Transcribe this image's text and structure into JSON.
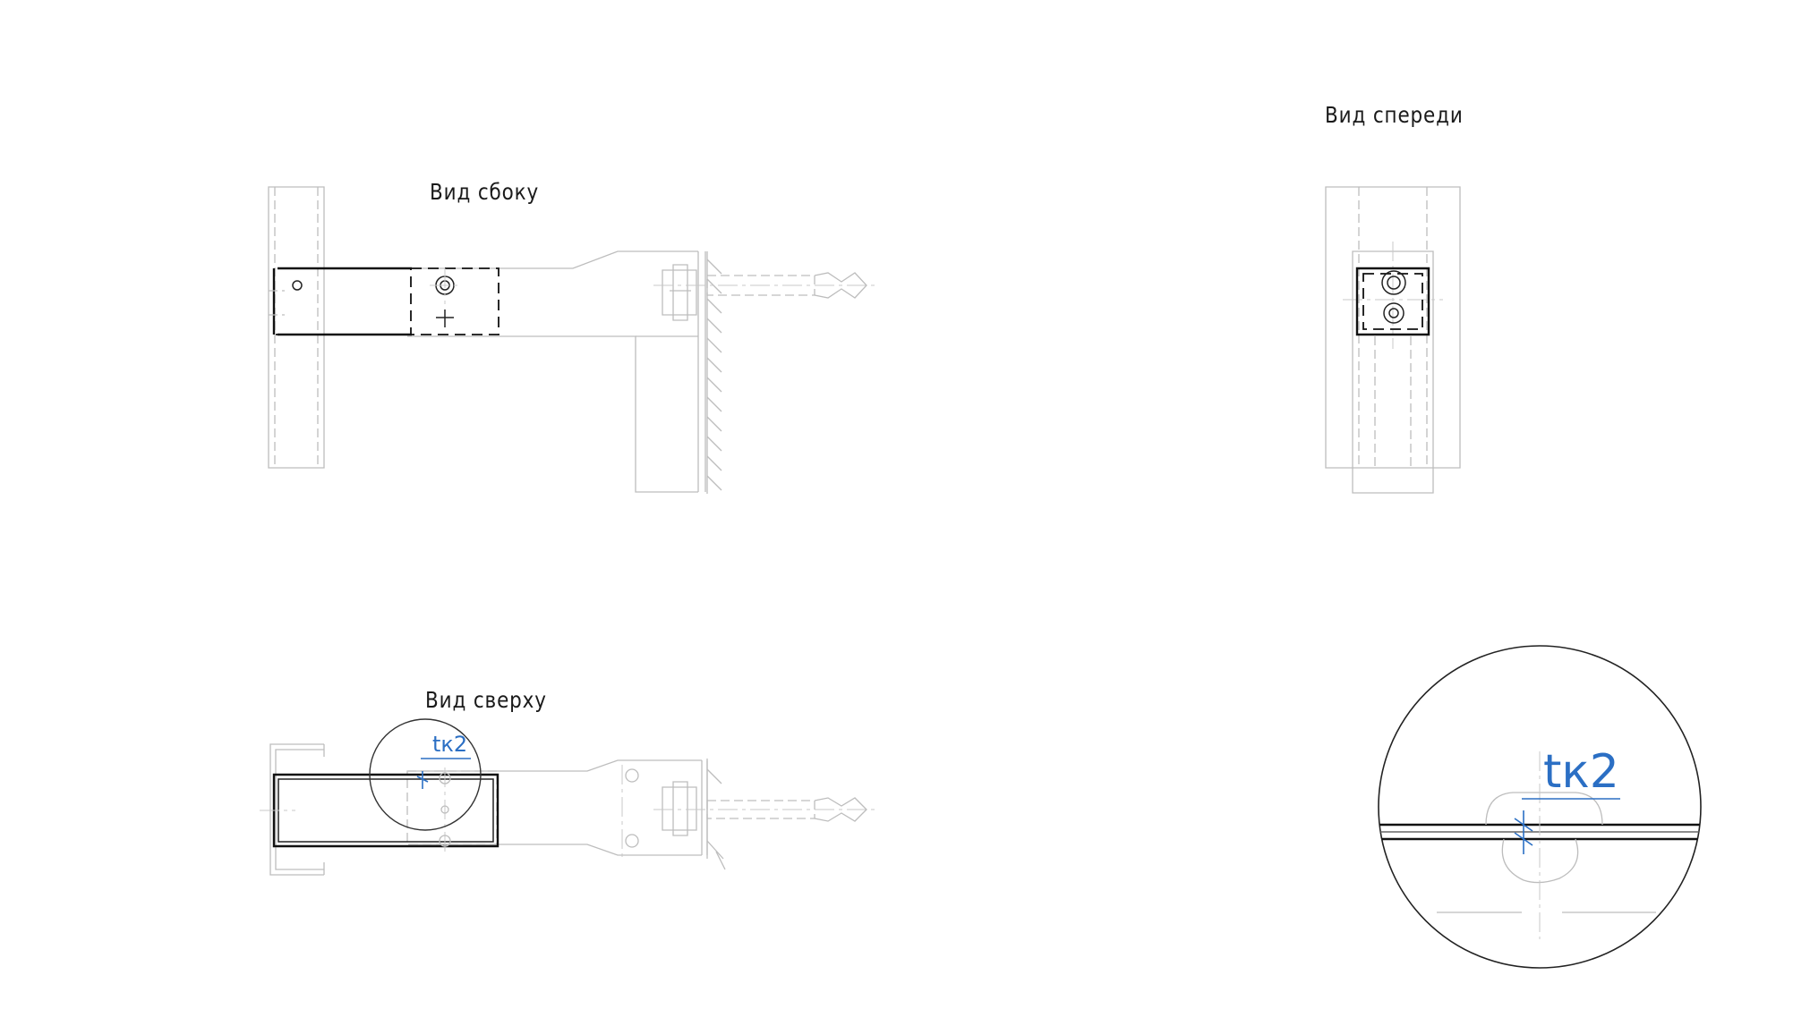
{
  "views": {
    "side": {
      "label": "Вид сбоку"
    },
    "front": {
      "label": "Вид спереди"
    },
    "top": {
      "label": "Вид сверху"
    }
  },
  "callout": {
    "tag_small": "tк2",
    "tag_large": "tк2"
  },
  "colors": {
    "background": "#ffffff",
    "main_lines": "#111111",
    "context_lines": "#bdbdbd",
    "annotation": "#2b6fc4"
  }
}
